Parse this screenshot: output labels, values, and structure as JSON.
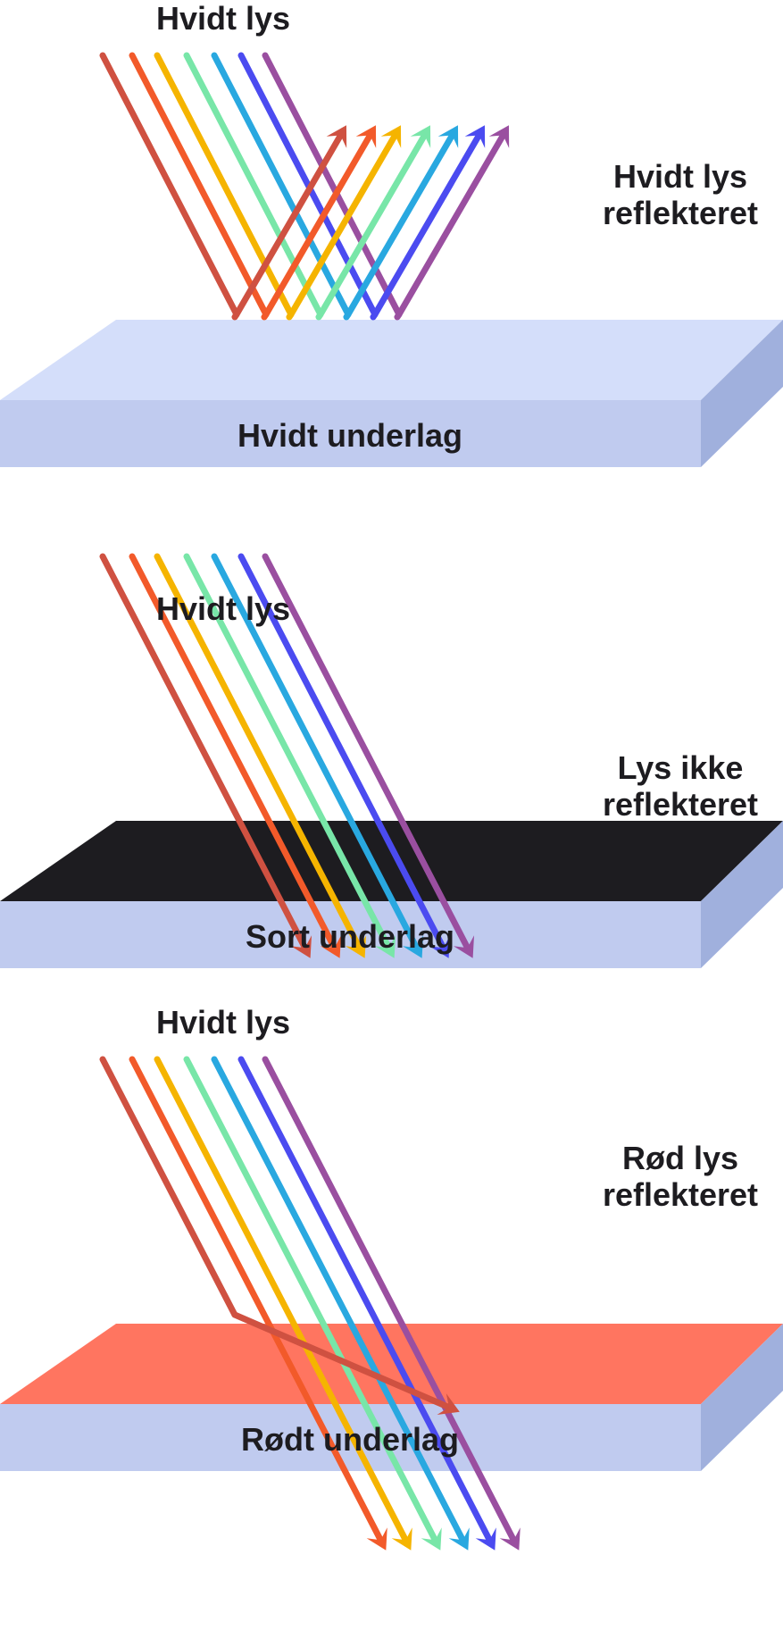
{
  "colors": {
    "rays": [
      "#CF5141",
      "#F25A2A",
      "#F5B400",
      "#78E6A8",
      "#29A8E0",
      "#4B4BF0",
      "#9A4FA0"
    ],
    "slab_front": "#C0CBEF",
    "slab_side": "#A0B0DD",
    "text": "#1D1C20"
  },
  "panels": [
    {
      "id": "white",
      "incoming_label": "Hvidt lys",
      "result_label": [
        "Hvidt lys",
        "reflekteret"
      ],
      "surface_label": "Hvidt underlag",
      "surface_color": "#D4DEFA",
      "behavior": "all_reflected"
    },
    {
      "id": "black",
      "incoming_label": "Hvidt lys",
      "result_label": [
        "Lys ikke",
        "reflekteret"
      ],
      "surface_label": "Sort underlag",
      "surface_color": "#1D1C20",
      "behavior": "all_absorbed"
    },
    {
      "id": "red",
      "incoming_label": "Hvidt lys",
      "result_label": [
        "Rød lys",
        "reflekteret"
      ],
      "surface_label": "Rødt underlag",
      "surface_color": "#FF7560",
      "behavior": "red_reflected"
    }
  ]
}
